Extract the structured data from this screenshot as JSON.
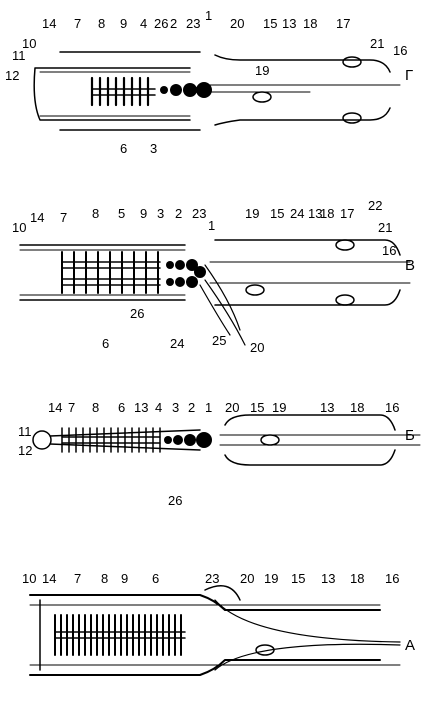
{
  "panels": [
    {
      "id": "A",
      "letter": "А",
      "labels": [
        "10",
        "14",
        "7",
        "8",
        "9",
        "6",
        "23",
        "20",
        "19",
        "15",
        "13",
        "18",
        "16"
      ]
    },
    {
      "id": "B",
      "letter": "Б",
      "labels": [
        "14",
        "7",
        "8",
        "6",
        "13",
        "4",
        "3",
        "2",
        "1",
        "20",
        "15",
        "19",
        "13",
        "18",
        "16",
        "11",
        "12",
        "26"
      ]
    },
    {
      "id": "V",
      "letter": "В",
      "labels": [
        "10",
        "14",
        "7",
        "8",
        "5",
        "9",
        "3",
        "2",
        "23",
        "1",
        "19",
        "15",
        "24",
        "13",
        "18",
        "17",
        "22",
        "21",
        "16",
        "6",
        "26",
        "24",
        "25",
        "20"
      ]
    },
    {
      "id": "G",
      "letter": "Г",
      "labels": [
        "12",
        "11",
        "10",
        "14",
        "7",
        "8",
        "9",
        "4",
        "26",
        "2",
        "23",
        "1",
        "20",
        "15",
        "13",
        "18",
        "17",
        "21",
        "16",
        "6",
        "3",
        "19"
      ]
    }
  ],
  "colors": {
    "ink": "#000000",
    "background": "#ffffff"
  }
}
